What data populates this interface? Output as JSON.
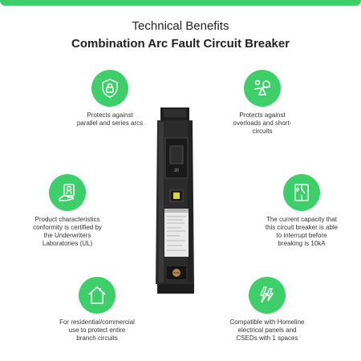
{
  "header": {
    "subtitle": "Technical Benefits",
    "title": "Combination Arc Fault Circuit Breaker"
  },
  "colors": {
    "accent": "#3ecf6b",
    "bar": "#3ecf6b",
    "breaker_body": "#2b2b2b"
  },
  "features": [
    {
      "icon": "shield-lock-icon",
      "text": "Protects against\nparallel and series arcs"
    },
    {
      "icon": "seesaw-overload-icon",
      "text": "Protects against\noverloads and short-\ncircuits"
    },
    {
      "icon": "certificate-hand-icon",
      "text": "Product characteristics\nconformity is certified by\nthe Underwriters\nLaboratories (UL)"
    },
    {
      "icon": "circuit-switch-icon",
      "text": "The current capacity that\nthis circuit breaker is able\nto interrupt before\nbreaking is 10kA"
    },
    {
      "icon": "house-icon",
      "text": "For residential/commercial\nuse to protect entire\nbranch circuits"
    },
    {
      "icon": "lightning-icon",
      "text": "Compatible with Homeline\nelectrical panels and\nCSEDs with 1 spaces"
    }
  ],
  "product": {
    "rating_label": "20"
  }
}
